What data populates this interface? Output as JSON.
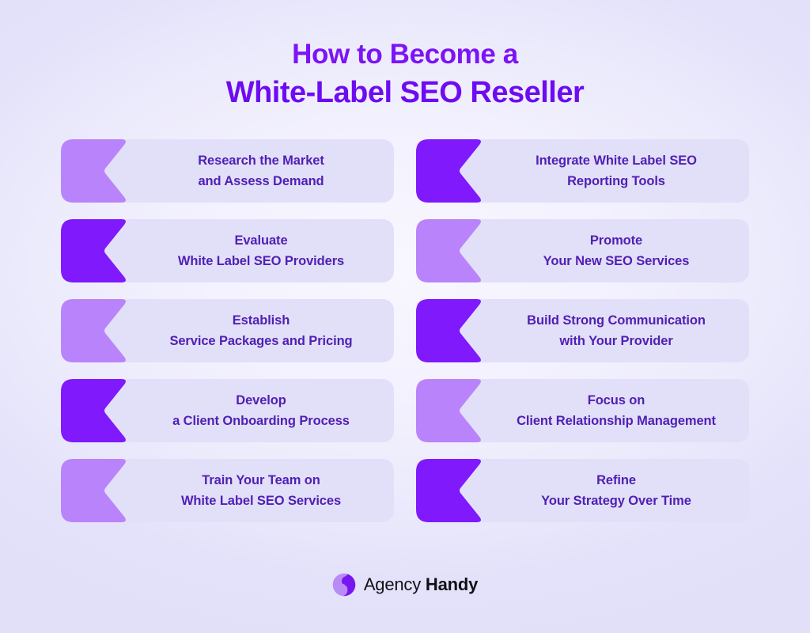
{
  "title": {
    "line1": "How to Become a",
    "line2": "White-Label SEO Reseller",
    "line1_color": "#7c14f5",
    "line2_color": "#6d0cf0"
  },
  "theme": {
    "background_center": "#f8f7ff",
    "background_edge": "#e2e0f9",
    "card_body": "#e2e0f8",
    "chevron_dark": "#8019fc",
    "chevron_light": "#b983fb",
    "card_text": "#5020b5"
  },
  "steps": [
    {
      "line1": "Research the Market",
      "line2": "and Assess Demand",
      "chevron": "light",
      "column": "left"
    },
    {
      "line1": "Integrate White Label SEO",
      "line2": "Reporting Tools",
      "chevron": "dark",
      "column": "right"
    },
    {
      "line1": "Evaluate",
      "line2": "White Label SEO Providers",
      "chevron": "dark",
      "column": "left"
    },
    {
      "line1": "Promote",
      "line2": "Your New SEO Services",
      "chevron": "light",
      "column": "right"
    },
    {
      "line1": "Establish",
      "line2": "Service Packages and Pricing",
      "chevron": "light",
      "column": "left"
    },
    {
      "line1": "Build Strong Communication",
      "line2": "with Your Provider",
      "chevron": "dark",
      "column": "right"
    },
    {
      "line1": "Develop",
      "line2": "a Client Onboarding Process",
      "chevron": "dark",
      "column": "left"
    },
    {
      "line1": "Focus on",
      "line2": "Client Relationship Management",
      "chevron": "light",
      "column": "right"
    },
    {
      "line1": "Train Your Team on",
      "line2": "White Label SEO Services",
      "chevron": "light",
      "column": "left"
    },
    {
      "line1": "Refine",
      "line2": "Your Strategy Over Time",
      "chevron": "dark",
      "column": "right"
    }
  ],
  "footer": {
    "brand_light": "Agency",
    "brand_bold": "Handy",
    "mark_color_dark": "#7816f0",
    "mark_color_light": "#b98cf5"
  }
}
